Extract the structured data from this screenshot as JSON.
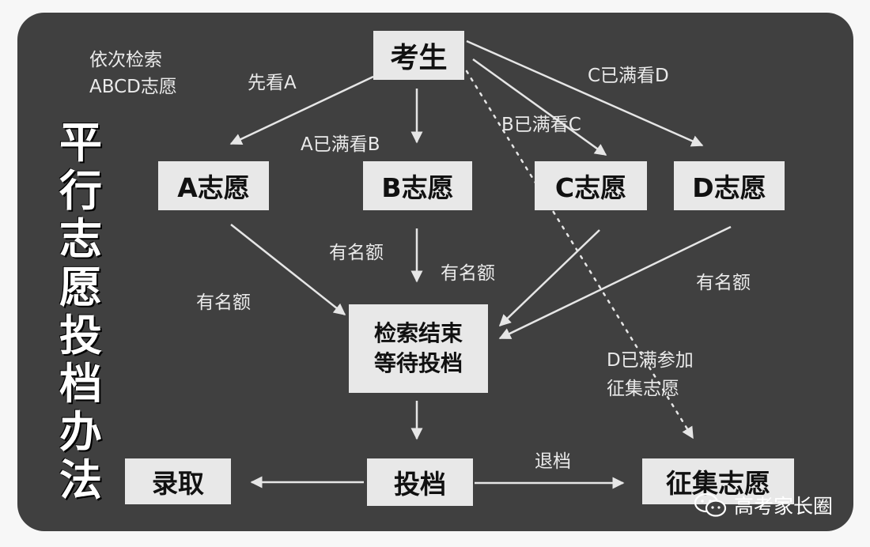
{
  "nodes": {
    "examinee": "考生",
    "choice_a": "A志愿",
    "choice_b": "B志愿",
    "choice_c": "C志愿",
    "choice_d": "D志愿",
    "search_end_line1": "检索结束",
    "search_end_line2": "等待投档",
    "submit": "投档",
    "admit": "录取",
    "supplementary": "征集志愿"
  },
  "labels": {
    "order_line1": "依次检索",
    "order_line2": "ABCD志愿",
    "look_a": "先看A",
    "a_full": "A已满看B",
    "b_full": "B已满看C",
    "c_full": "C已满看D",
    "quota_a": "有名额",
    "quota_b1": "有名额",
    "quota_b2": "有名额",
    "quota_d": "有名额",
    "d_full_line1": "D已满参加",
    "d_full_line2": "征集志愿",
    "return_file": "退档"
  },
  "side_title": [
    "平",
    "行",
    "志",
    "愿",
    "投",
    "档",
    "办",
    "法"
  ],
  "watermark": "高考家长圈",
  "colors": {
    "panel": "#404040",
    "box": "#e8e8e8",
    "arrow": "#e6e6e6",
    "text_light": "#eaeaea"
  }
}
